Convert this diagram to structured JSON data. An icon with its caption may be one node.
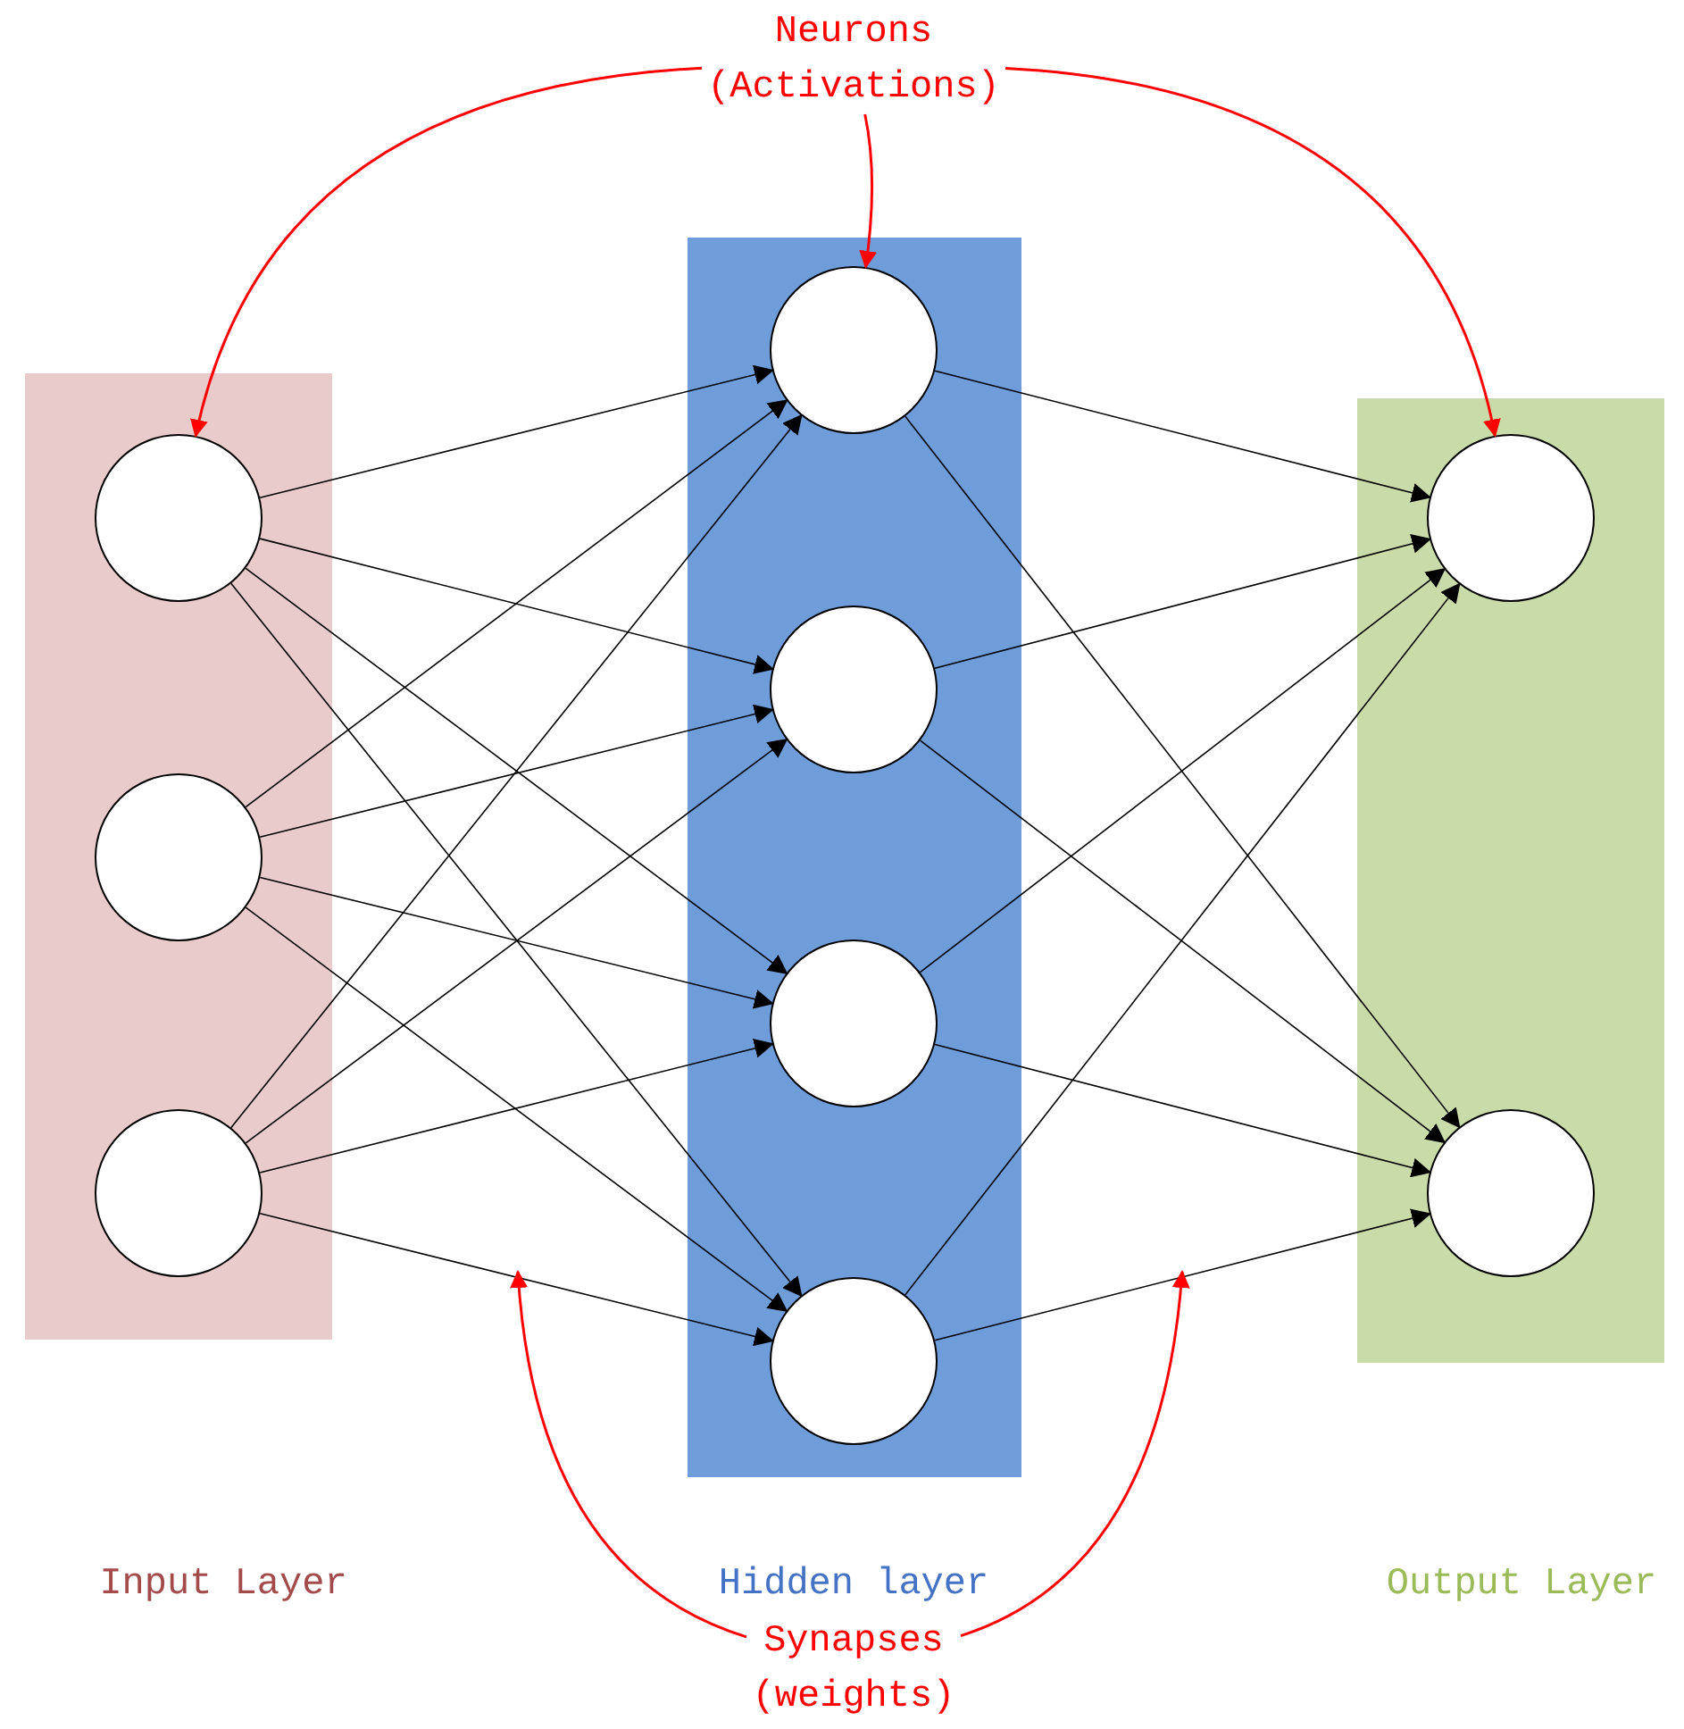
{
  "diagram": {
    "nodes": [
      {
        "text": [
          "Neurons (Activations)"
        ]
      },
      {
        "text": [],
        "shape": "box"
      },
      {
        "text": [],
        "shape": "circle",
        "in": 1
      },
      {
        "text": [],
        "shape": "circle",
        "in": 1
      },
      {
        "text": [],
        "shape": "circle",
        "in": 1
      },
      {
        "text": [],
        "shape": "box"
      },
      {
        "text": [],
        "shape": "circle",
        "in": 5
      },
      {
        "text": [],
        "shape": "circle",
        "in": 5
      },
      {
        "text": [],
        "shape": "circle",
        "in": 5
      },
      {
        "text": [],
        "shape": "circle",
        "in": 5
      },
      {
        "text": [],
        "shape": "box"
      },
      {
        "text": [],
        "shape": "circle",
        "in": 10
      },
      {
        "text": [],
        "shape": "circle",
        "in": 10
      },
      {
        "text": [
          "Synapses (weights)"
        ]
      }
    ],
    "edges": [
      {
        "from": 0,
        "to": 2,
        "arrow": "to",
        "color": "#ff0000"
      },
      {
        "from": 0,
        "to": 6,
        "arrow": "to",
        "color": "#ff0000"
      },
      {
        "from": 0,
        "to": 11,
        "arrow": "to",
        "color": "#ff0000"
      },
      {
        "from": 2,
        "to": 6,
        "arrow": "to"
      },
      {
        "from": 2,
        "to": 7,
        "arrow": "to"
      },
      {
        "from": 2,
        "to": 8,
        "arrow": "to"
      },
      {
        "from": 2,
        "to": 9,
        "arrow": "to"
      },
      {
        "from": 3,
        "to": 6,
        "arrow": "to"
      },
      {
        "from": 3,
        "to": 7,
        "arrow": "to"
      },
      {
        "from": 3,
        "to": 8,
        "arrow": "to"
      },
      {
        "from": 3,
        "to": 9,
        "arrow": "to"
      },
      {
        "from": 4,
        "to": 6,
        "arrow": "to"
      },
      {
        "from": 4,
        "to": 7,
        "arrow": "to"
      },
      {
        "from": 4,
        "to": 8,
        "arrow": "to"
      },
      {
        "from": 4,
        "to": 9,
        "arrow": "to"
      },
      {
        "from": 6,
        "to": 11,
        "arrow": "to"
      },
      {
        "from": 6,
        "to": 12,
        "arrow": "to"
      },
      {
        "from": 7,
        "to": 11,
        "arrow": "to"
      },
      {
        "from": 7,
        "to": 12,
        "arrow": "to"
      },
      {
        "from": 8,
        "to": 11,
        "arrow": "to"
      },
      {
        "from": 8,
        "to": 12,
        "arrow": "to"
      },
      {
        "from": 9,
        "to": 11,
        "arrow": "to"
      },
      {
        "from": 9,
        "to": 12,
        "arrow": "to"
      },
      {
        "from": 13,
        "to": null,
        "arrow": "to",
        "color": "#ff0000"
      },
      {
        "from": 13,
        "to": null,
        "arrow": "to",
        "color": "#ff0000"
      }
    ],
    "labels": [
      "Input Layer",
      "Hidden layer",
      "Output Layer"
    ]
  }
}
